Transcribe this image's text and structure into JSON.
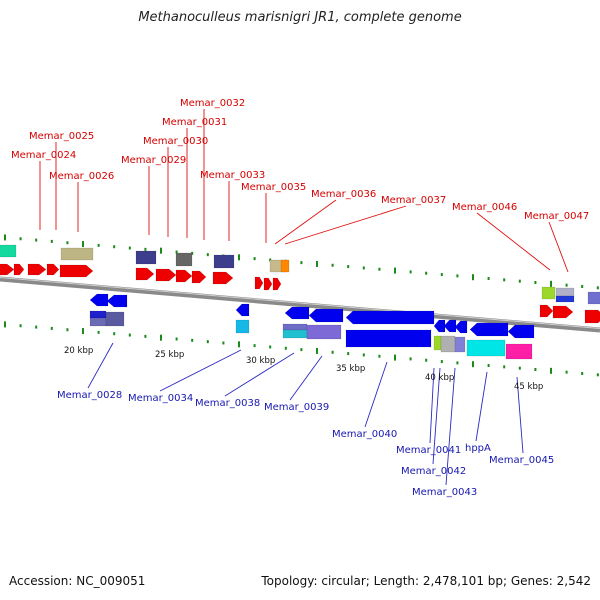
{
  "title": "Methanoculleus marisnigri JR1, complete genome",
  "footer": {
    "accession": "Accession: NC_009051",
    "summary": "Topology: circular; Length: 2,478,101 bp; Genes: 2,542"
  },
  "colors": {
    "top_label": "#d40000",
    "bottom_label": "#1818b0",
    "backbone": "#8a8a8a",
    "tick": "#1a8a1a"
  },
  "kbp_labels": [
    "20 kbp",
    "25 kbp",
    "30 kbp",
    "35 kbp",
    "40 kbp",
    "45 kbp"
  ],
  "top_labels": [
    "Memar_0024",
    "Memar_0025",
    "Memar_0026",
    "Memar_0029",
    "Memar_0030",
    "Memar_0031",
    "Memar_0032",
    "Memar_0033",
    "Memar_0035",
    "Memar_0036",
    "Memar_0037",
    "Memar_0046",
    "Memar_0047"
  ],
  "bottom_labels": [
    "Memar_0028",
    "Memar_0034",
    "Memar_0038",
    "Memar_0039",
    "Memar_0040",
    "Memar_0041",
    "Memar_0042",
    "Memar_0043",
    "hppA",
    "Memar_0045"
  ]
}
